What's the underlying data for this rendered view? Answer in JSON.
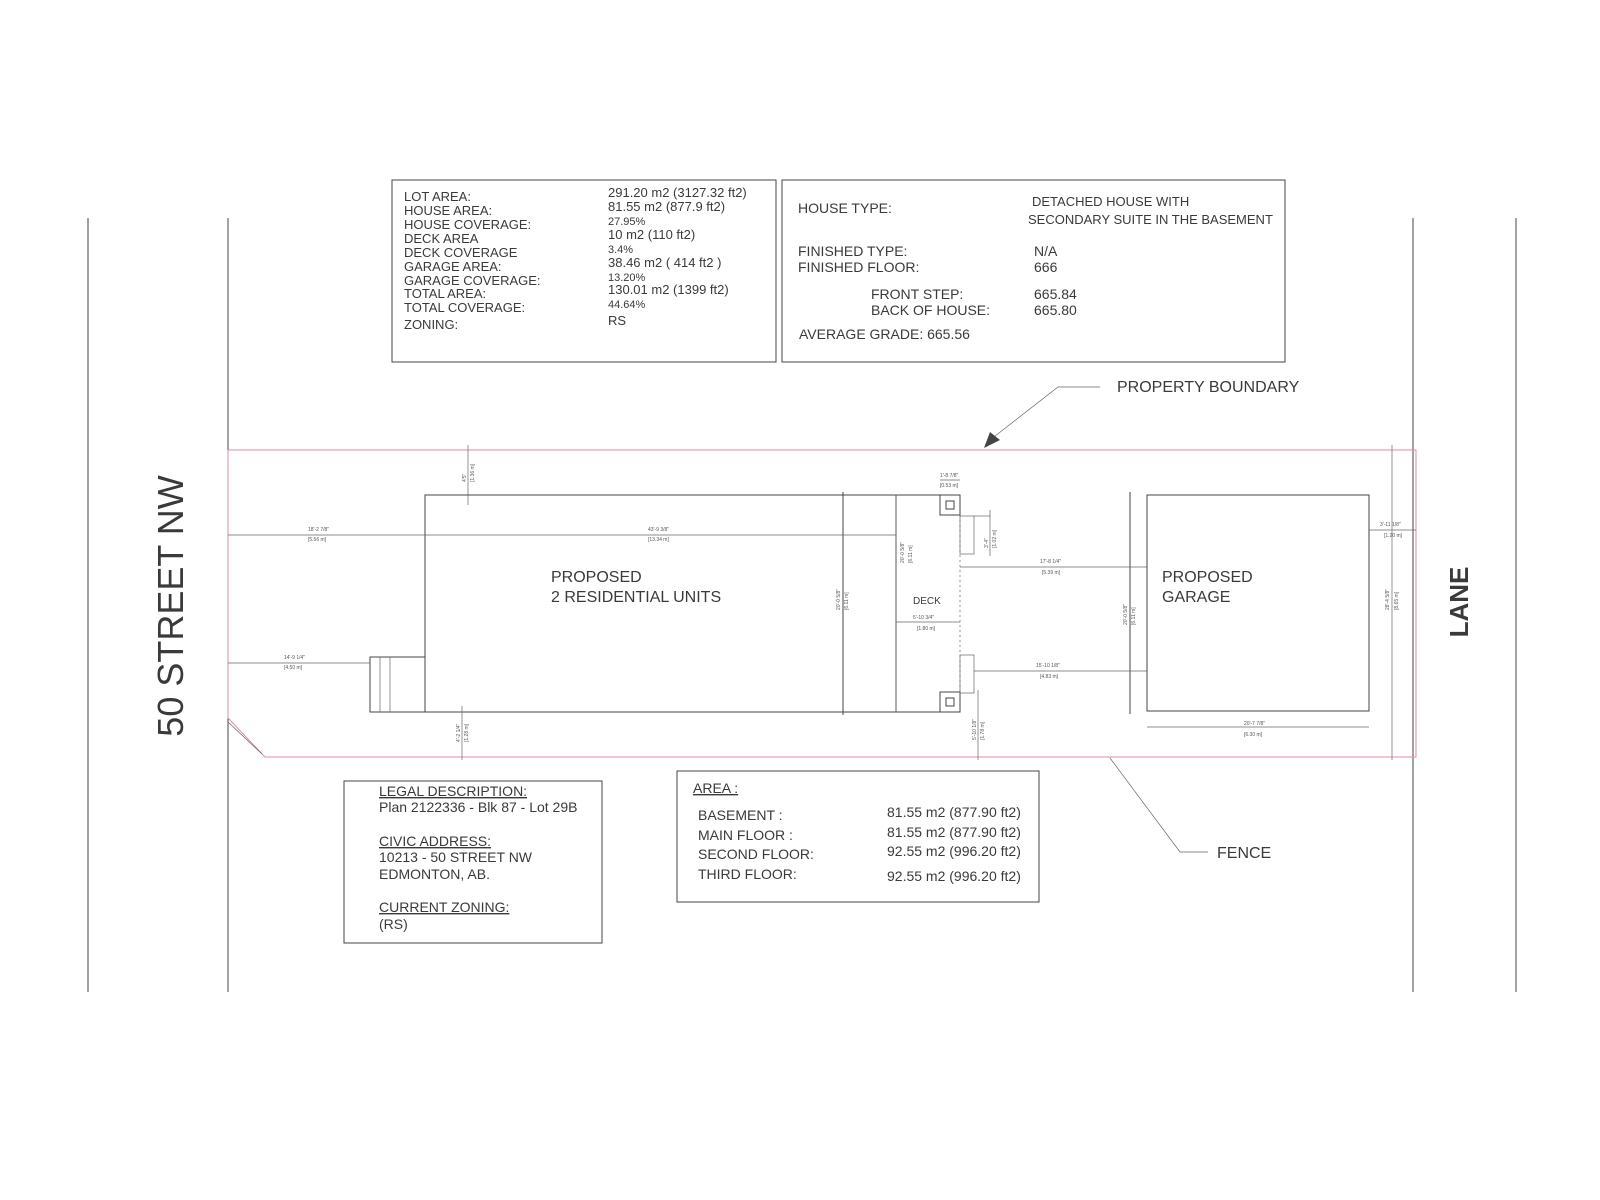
{
  "streets": {
    "front": "50 STREET NW",
    "rear": "LANE"
  },
  "site_stats": [
    {
      "label": "LOT AREA:",
      "value": "291.20 m2 (3127.32 ft2)"
    },
    {
      "label": "HOUSE AREA:",
      "value": "81.55 m2 (877.9 ft2)"
    },
    {
      "label": "HOUSE COVERAGE:",
      "value": "27.95%"
    },
    {
      "label": "DECK AREA",
      "value": "10 m2 (110 ft2)"
    },
    {
      "label": "DECK COVERAGE",
      "value": "3.4%"
    },
    {
      "label": "GARAGE AREA:",
      "value": "38.46 m2 ( 414 ft2 )"
    },
    {
      "label": "GARAGE COVERAGE:",
      "value": "13.20%"
    },
    {
      "label": "TOTAL AREA:",
      "value": "130.01 m2 (1399 ft2)"
    },
    {
      "label": "TOTAL COVERAGE:",
      "value": "44.64%"
    },
    {
      "label": "ZONING:",
      "value": "RS"
    }
  ],
  "house_info": {
    "house_type_label": "HOUSE TYPE:",
    "house_type_value_1": "DETACHED HOUSE WITH",
    "house_type_value_2": "SECONDARY SUITE IN THE BASEMENT",
    "finished_type_label": "FINISHED TYPE:",
    "finished_type_value": "N/A",
    "finished_floor_label": "FINISHED FLOOR:",
    "finished_floor_value": "666",
    "front_step_label": "FRONT STEP:",
    "front_step_value": "665.84",
    "back_label": "BACK OF HOUSE:",
    "back_value": "665.80",
    "average_grade": "AVERAGE GRADE: 665.56"
  },
  "callouts": {
    "property_boundary": "PROPERTY BOUNDARY",
    "fence": "FENCE"
  },
  "plan_labels": {
    "house_1": "PROPOSED",
    "house_2": "2 RESIDENTIAL UNITS",
    "garage_1": "PROPOSED",
    "garage_2": "GARAGE",
    "deck": "DECK"
  },
  "dimensions": {
    "front_setback": "18'-2 7/8\"",
    "front_setback_m": "[5.56 m]",
    "house_length": "43'-9 3/8\"",
    "house_length_m": "[13.34 m]",
    "side_top": "4'5\"",
    "side_top_m": "[1.36 m]",
    "side_bottom": "4'-2 1/4\"",
    "side_bottom_m": "[1.28 m]",
    "step_setback": "14'-9 1/4\"",
    "step_setback_m": "[4.50 m]",
    "house_width": "20'-0 5/8\"",
    "house_width_m": "[6.11 m]",
    "deck_width": "20'-0 5/8\"",
    "deck_width_m": "[6.11 m]",
    "deck_depth": "5'-10 3/4\"",
    "deck_depth_m": "[1.80 m]",
    "post": "1'-8 7/8\"",
    "post_m": "[0.53 m]",
    "stair": "3'-4\"",
    "stair_m": "[1.02 m]",
    "deck_to_garage": "17'-8 1/4\"",
    "deck_to_garage_m": "[5.39 m]",
    "deck_to_garage_2": "15'-10 1/8\"",
    "deck_to_garage_2_m": "[4.83 m]",
    "deck_side": "5'-10 1/8\"",
    "deck_side_m": "[1.78 m]",
    "garage_depth": "20'-0 5/8\"",
    "garage_depth_m": "[6.11 m]",
    "garage_width": "20'-7 7/8\"",
    "garage_width_m": "[6.30 m]",
    "garage_rear": "3'-11 1/8\"",
    "garage_rear_m": "[1.20 m]",
    "lot_width": "28'-4 5/8\"",
    "lot_width_m": "[8.65 m]"
  },
  "legal": {
    "legal_title": "LEGAL DESCRIPTION:",
    "legal_value": "Plan 2122336 - Blk 87 -  Lot 29B",
    "civic_title": "CIVIC ADDRESS:",
    "civic_line_1": "10213 - 50 STREET NW",
    "civic_line_2": "EDMONTON, AB.",
    "zoning_title": "CURRENT ZONING:",
    "zoning_value": "(RS)"
  },
  "floor_areas": {
    "title": "AREA :",
    "rows": [
      {
        "label": "BASEMENT :",
        "value": "81.55 m2 (877.90 ft2)"
      },
      {
        "label": "MAIN FLOOR :",
        "value": "81.55 m2 (877.90 ft2)"
      },
      {
        "label": "SECOND FLOOR:",
        "value": "92.55 m2 (996.20 ft2)"
      },
      {
        "label": "THIRD FLOOR:",
        "value": "92.55 m2 (996.20 ft2)"
      }
    ]
  },
  "colors": {
    "property_line": "#e58aa6",
    "ink": "#3a3a3a"
  }
}
